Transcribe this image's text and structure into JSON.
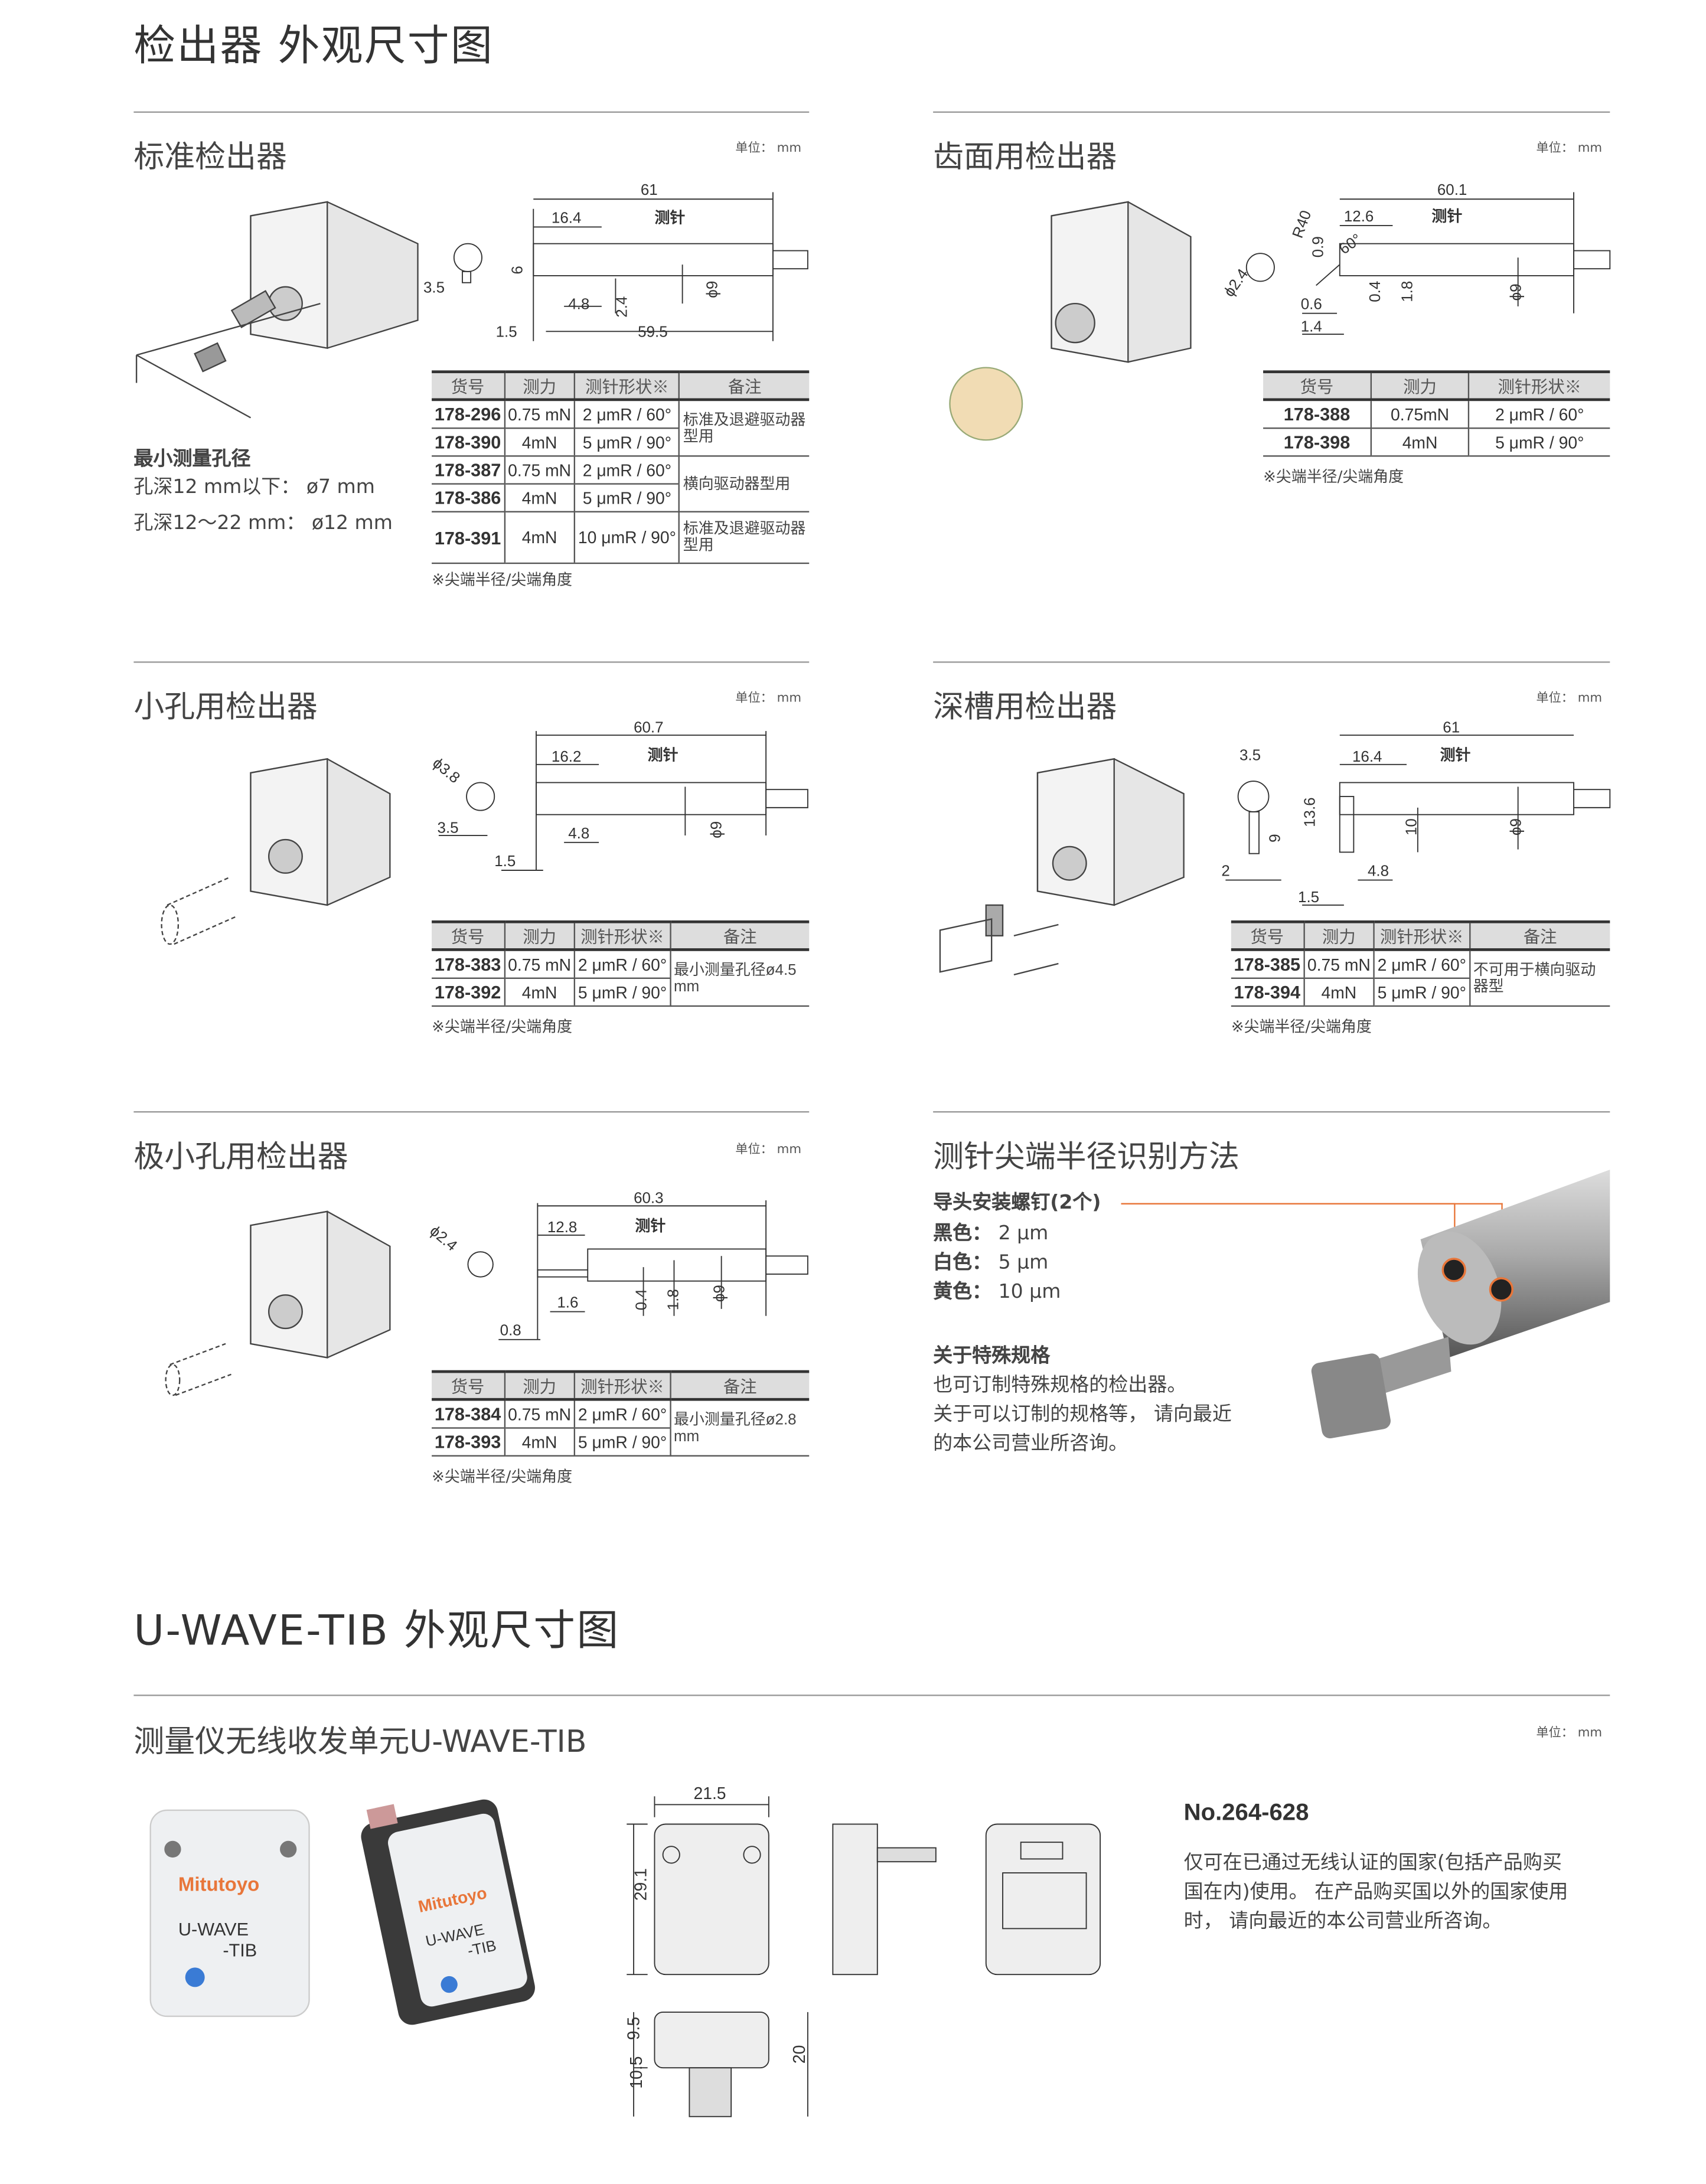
{
  "page_title": "检出器 外观尺寸图",
  "unit_label": "单位： mm",
  "footnote": "※尖端半径/尖端角度",
  "sections": {
    "standard": {
      "title": "标准检出器",
      "min_bore_title": "最小测量孔径",
      "min_bore_lines": [
        "孔深12 mm以下： ø7 mm",
        "孔深12～22 mm： ø12 mm"
      ],
      "dims": [
        "61",
        "16.4",
        "测针",
        "6",
        "3.5",
        "4.8",
        "2.4",
        "ϕ9",
        "1.5",
        "59.5"
      ],
      "table": {
        "headers": [
          "货号",
          "测力",
          "测针形状※",
          "备注"
        ],
        "rows": [
          [
            "178-296",
            "0.75 mN",
            "2 μmR / 60°"
          ],
          [
            "178-390",
            "4mN",
            "5 μmR / 90°"
          ],
          [
            "178-387",
            "0.75 mN",
            "2 μmR / 60°"
          ],
          [
            "178-386",
            "4mN",
            "5 μmR / 90°"
          ],
          [
            "178-391",
            "4mN",
            "10 μmR / 90°"
          ]
        ],
        "remarks": [
          {
            "text": "标准及退避驱动器型用",
            "span": 2
          },
          {
            "text": "横向驱动器型用",
            "span": 2
          },
          {
            "text": "标准及退避驱动器型用",
            "span": 1
          }
        ]
      }
    },
    "gear": {
      "title": "齿面用检出器",
      "dims": [
        "60.1",
        "12.6",
        "测针",
        "R40",
        "0.9",
        "60°",
        "ϕ2.4",
        "0.6",
        "0.4",
        "1.8",
        "ϕ9",
        "1.4"
      ],
      "table": {
        "headers": [
          "货号",
          "测力",
          "测针形状※"
        ],
        "rows": [
          [
            "178-388",
            "0.75mN",
            "2 μmR / 60°"
          ],
          [
            "178-398",
            "4mN",
            "5 μmR / 90°"
          ]
        ]
      }
    },
    "small_hole": {
      "title": "小孔用检出器",
      "dims": [
        "60.7",
        "16.2",
        "测针",
        "ϕ3.8",
        "3.5",
        "4.8",
        "ϕ9",
        "1.5"
      ],
      "table": {
        "headers": [
          "货号",
          "测力",
          "测针形状※",
          "备注"
        ],
        "rows": [
          [
            "178-383",
            "0.75 mN",
            "2 μmR / 60°"
          ],
          [
            "178-392",
            "4mN",
            "5 μmR / 90°"
          ]
        ],
        "remarks": [
          {
            "text": "最小测量孔径ø4.5 mm",
            "span": 2
          }
        ]
      }
    },
    "deep_groove": {
      "title": "深槽用检出器",
      "dims": [
        "3.5",
        "61",
        "16.4",
        "测针",
        "9",
        "13.6",
        "10",
        "ϕ9",
        "2",
        "4.8",
        "1.5"
      ],
      "table": {
        "headers": [
          "货号",
          "测力",
          "测针形状※",
          "备注"
        ],
        "rows": [
          [
            "178-385",
            "0.75 mN",
            "2 μmR / 60°"
          ],
          [
            "178-394",
            "4mN",
            "5 μmR / 90°"
          ]
        ],
        "remarks": [
          {
            "text": "不可用于横向驱动器型",
            "span": 2
          }
        ]
      }
    },
    "extra_small_hole": {
      "title": "极小孔用检出器",
      "dims": [
        "60.3",
        "12.8",
        "测针",
        "ϕ2.4",
        "1.6",
        "0.4",
        "1.8",
        "ϕ9",
        "0.8"
      ],
      "table": {
        "headers": [
          "货号",
          "测力",
          "测针形状※",
          "备注"
        ],
        "rows": [
          [
            "178-384",
            "0.75 mN",
            "2 μmR / 60°"
          ],
          [
            "178-393",
            "4mN",
            "5 μmR / 90°"
          ]
        ],
        "remarks": [
          {
            "text": "最小测量孔径ø2.8 mm",
            "span": 2
          }
        ]
      }
    },
    "tip_id": {
      "title": "测针尖端半径识别方法",
      "screw_label": "导头安装螺钉(2个)",
      "colors": [
        {
          "name": "黑色：",
          "value": "2 μm"
        },
        {
          "name": "白色：",
          "value": "5 μm"
        },
        {
          "name": "黄色：",
          "value": "10 μm"
        }
      ],
      "special_title": "关于特殊规格",
      "special_lines": [
        "也可订制特殊规格的检出器。",
        "关于可以订制的规格等， 请向最近",
        "的本公司营业所咨询。"
      ],
      "accent_color": "#e8763a"
    }
  },
  "uwave": {
    "title": "U-WAVE-TIB 外观尺寸图",
    "subtitle": "测量仪无线收发单元U-WAVE-TIB",
    "logo_text": [
      "Mitutoyo",
      "U-WAVE",
      "-TIB"
    ],
    "dims": [
      "21.5",
      "29.1",
      "9.5",
      "10.5",
      "20"
    ],
    "model": "No.264-628",
    "desc_lines": [
      "仅可在已通过无线认证的国家(包括产品购买",
      "国在内)使用。 在产品购买国以外的国家使用",
      "时， 请向最近的本公司营业所咨询。"
    ]
  }
}
